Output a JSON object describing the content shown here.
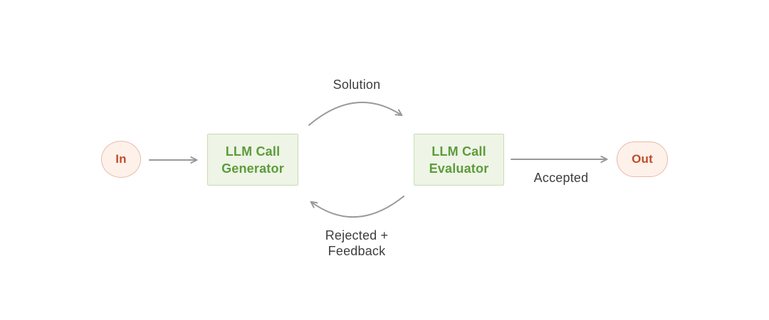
{
  "diagram": {
    "nodes": {
      "in": {
        "label": "In"
      },
      "generator": {
        "lines": [
          "LLM Call",
          "Generator"
        ]
      },
      "evaluator": {
        "lines": [
          "LLM Call",
          "Evaluator"
        ]
      },
      "out": {
        "label": "Out"
      }
    },
    "edges": {
      "solution": {
        "label": "Solution"
      },
      "accepted": {
        "label": "Accepted"
      },
      "rejected": {
        "lines": [
          "Rejected +",
          "Feedback"
        ]
      }
    },
    "colors": {
      "background": "#ffffff",
      "arrow": "#999999",
      "label_text": "#3d3d3d",
      "green_box_bg": "#eef4e6",
      "green_box_border": "#c9dcb4",
      "green_box_text": "#5d9b3c",
      "terminal_bg": "#fdf1ea",
      "terminal_border": "#e9bba9",
      "terminal_text": "#bf4d2a"
    }
  }
}
